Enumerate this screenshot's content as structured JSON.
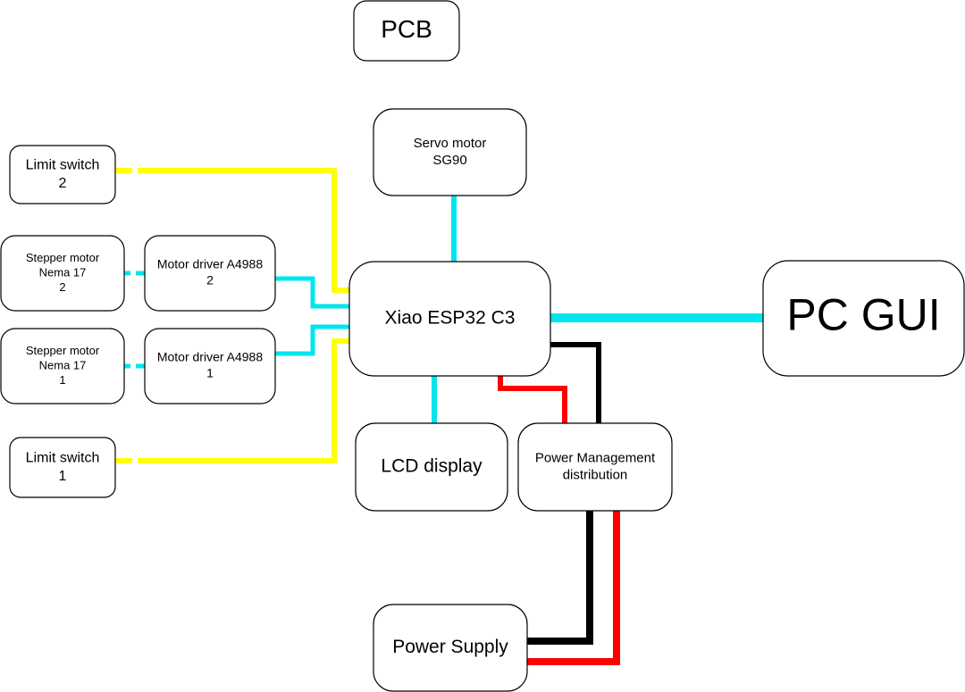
{
  "colors": {
    "signal": "#00e5ee",
    "switch": "#ffff00",
    "ground": "#000000",
    "power": "#ff0000"
  },
  "blocks": {
    "pcb": {
      "lines": [
        "PCB"
      ]
    },
    "servo": {
      "lines": [
        "Servo motor",
        "SG90"
      ]
    },
    "limit2": {
      "lines": [
        "Limit switch",
        "2"
      ]
    },
    "stepper2": {
      "lines": [
        "Stepper motor",
        "Nema 17",
        "2"
      ]
    },
    "driver2": {
      "lines": [
        "Motor driver A4988",
        "2"
      ]
    },
    "esp": {
      "lines": [
        "Xiao ESP32 C3"
      ]
    },
    "pcgui": {
      "lines": [
        "PC GUI"
      ]
    },
    "stepper1": {
      "lines": [
        "Stepper motor",
        "Nema 17",
        "1"
      ]
    },
    "driver1": {
      "lines": [
        "Motor driver A4988",
        "1"
      ]
    },
    "limit1": {
      "lines": [
        "Limit switch",
        "1"
      ]
    },
    "lcd": {
      "lines": [
        "LCD display"
      ]
    },
    "power_mgmt": {
      "lines": [
        "Power Management",
        "distribution"
      ]
    },
    "power_supply": {
      "lines": [
        "Power Supply"
      ]
    }
  }
}
